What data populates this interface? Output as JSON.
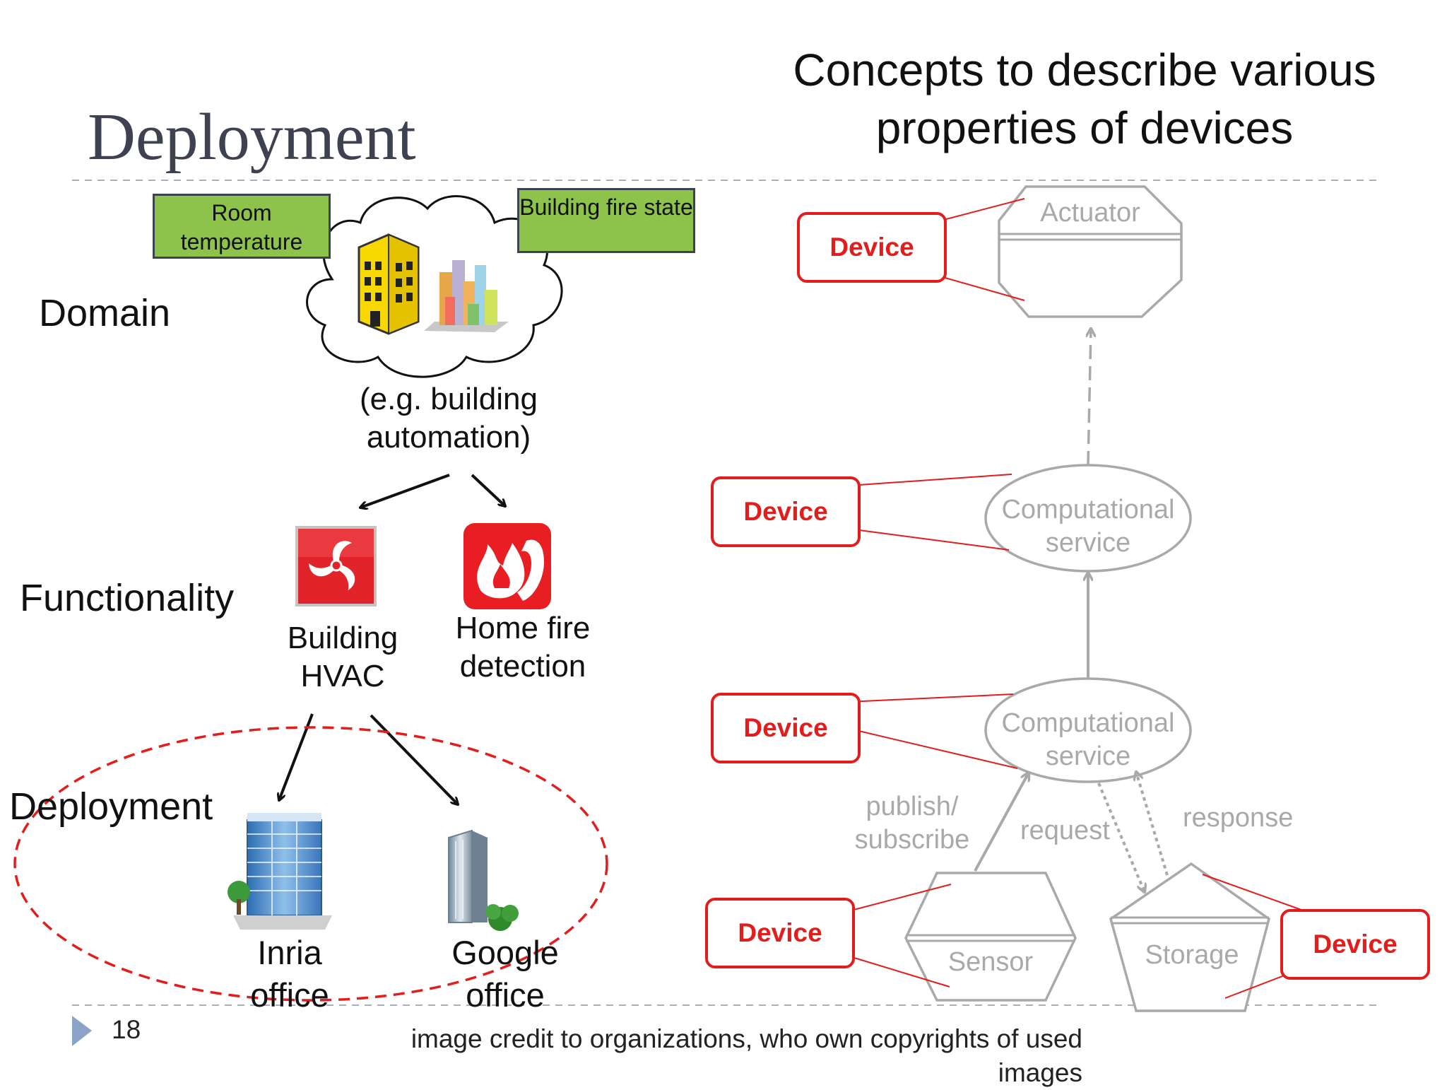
{
  "slide": {
    "title": "Deployment",
    "concepts_title": "Concepts to describe various properties of devices",
    "page_number": "18",
    "credit": "image credit to organizations,  who own copyrights of used images"
  },
  "left": {
    "labels": {
      "domain": "Domain",
      "functionality": "Functionality",
      "deployment": "Deployment"
    },
    "tags": {
      "room_temperature": "Room temperature",
      "building_fire_state": "Building fire state"
    },
    "domain_caption": "(e.g.  building automation)",
    "functions": {
      "hvac": "Building HVAC",
      "fire": "Home fire detection"
    },
    "sites": {
      "inria": "Inria office",
      "google": "Google office"
    }
  },
  "right": {
    "device_label": "Device",
    "actuator": "Actuator",
    "computational_service": "Computational service",
    "sensor": "Sensor",
    "storage": "Storage",
    "edges": {
      "publish_subscribe": "publish/ subscribe",
      "request": "request",
      "response": "response"
    }
  },
  "colors": {
    "accent": "#e31c1c",
    "tag_green": "#8dc34a",
    "concept_gray": "#a9a9a9",
    "title_gray": "#3e4250"
  },
  "icons": [
    "cloud-icon",
    "yellow-building-icon",
    "city-icon",
    "hvac-fan-icon",
    "fire-phone-icon",
    "inria-office-building-icon",
    "google-office-building-icon",
    "slide-bullet-icon"
  ]
}
